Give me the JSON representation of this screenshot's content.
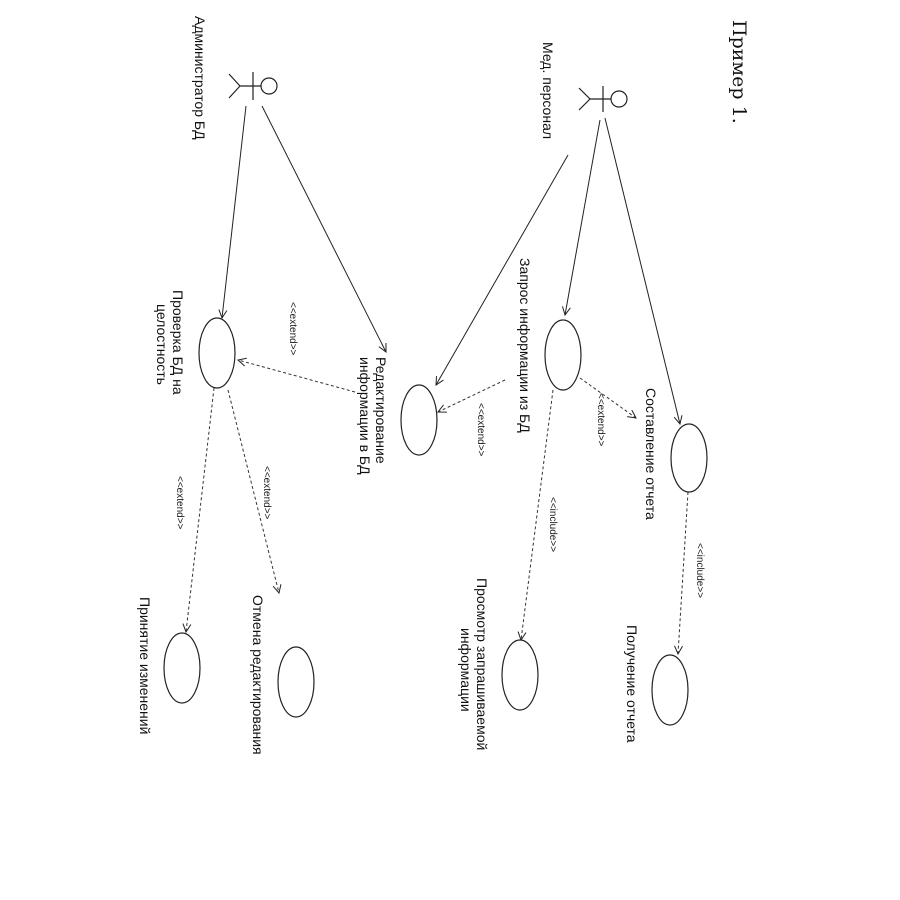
{
  "title": "Пример 1.",
  "actors": {
    "admin": "Администратор БД",
    "med": "Мед. персонал"
  },
  "use_cases": {
    "check_db": [
      "Проверка БД на",
      "целостность"
    ],
    "edit_info": [
      "Редактирование",
      "информации в БД"
    ],
    "request_info": "Запрос информации из БД",
    "report": "Составление отчета",
    "view_info": [
      "Просмотр запрашиваемой",
      "информации"
    ],
    "get_report": "Получение отчета",
    "cancel_edit": "Отмена редактирования",
    "accept_changes": "Принятие изменений",
    "unlabeled": ""
  },
  "stereotypes": {
    "extend": "<<extend>>",
    "include": "<<include>>"
  }
}
